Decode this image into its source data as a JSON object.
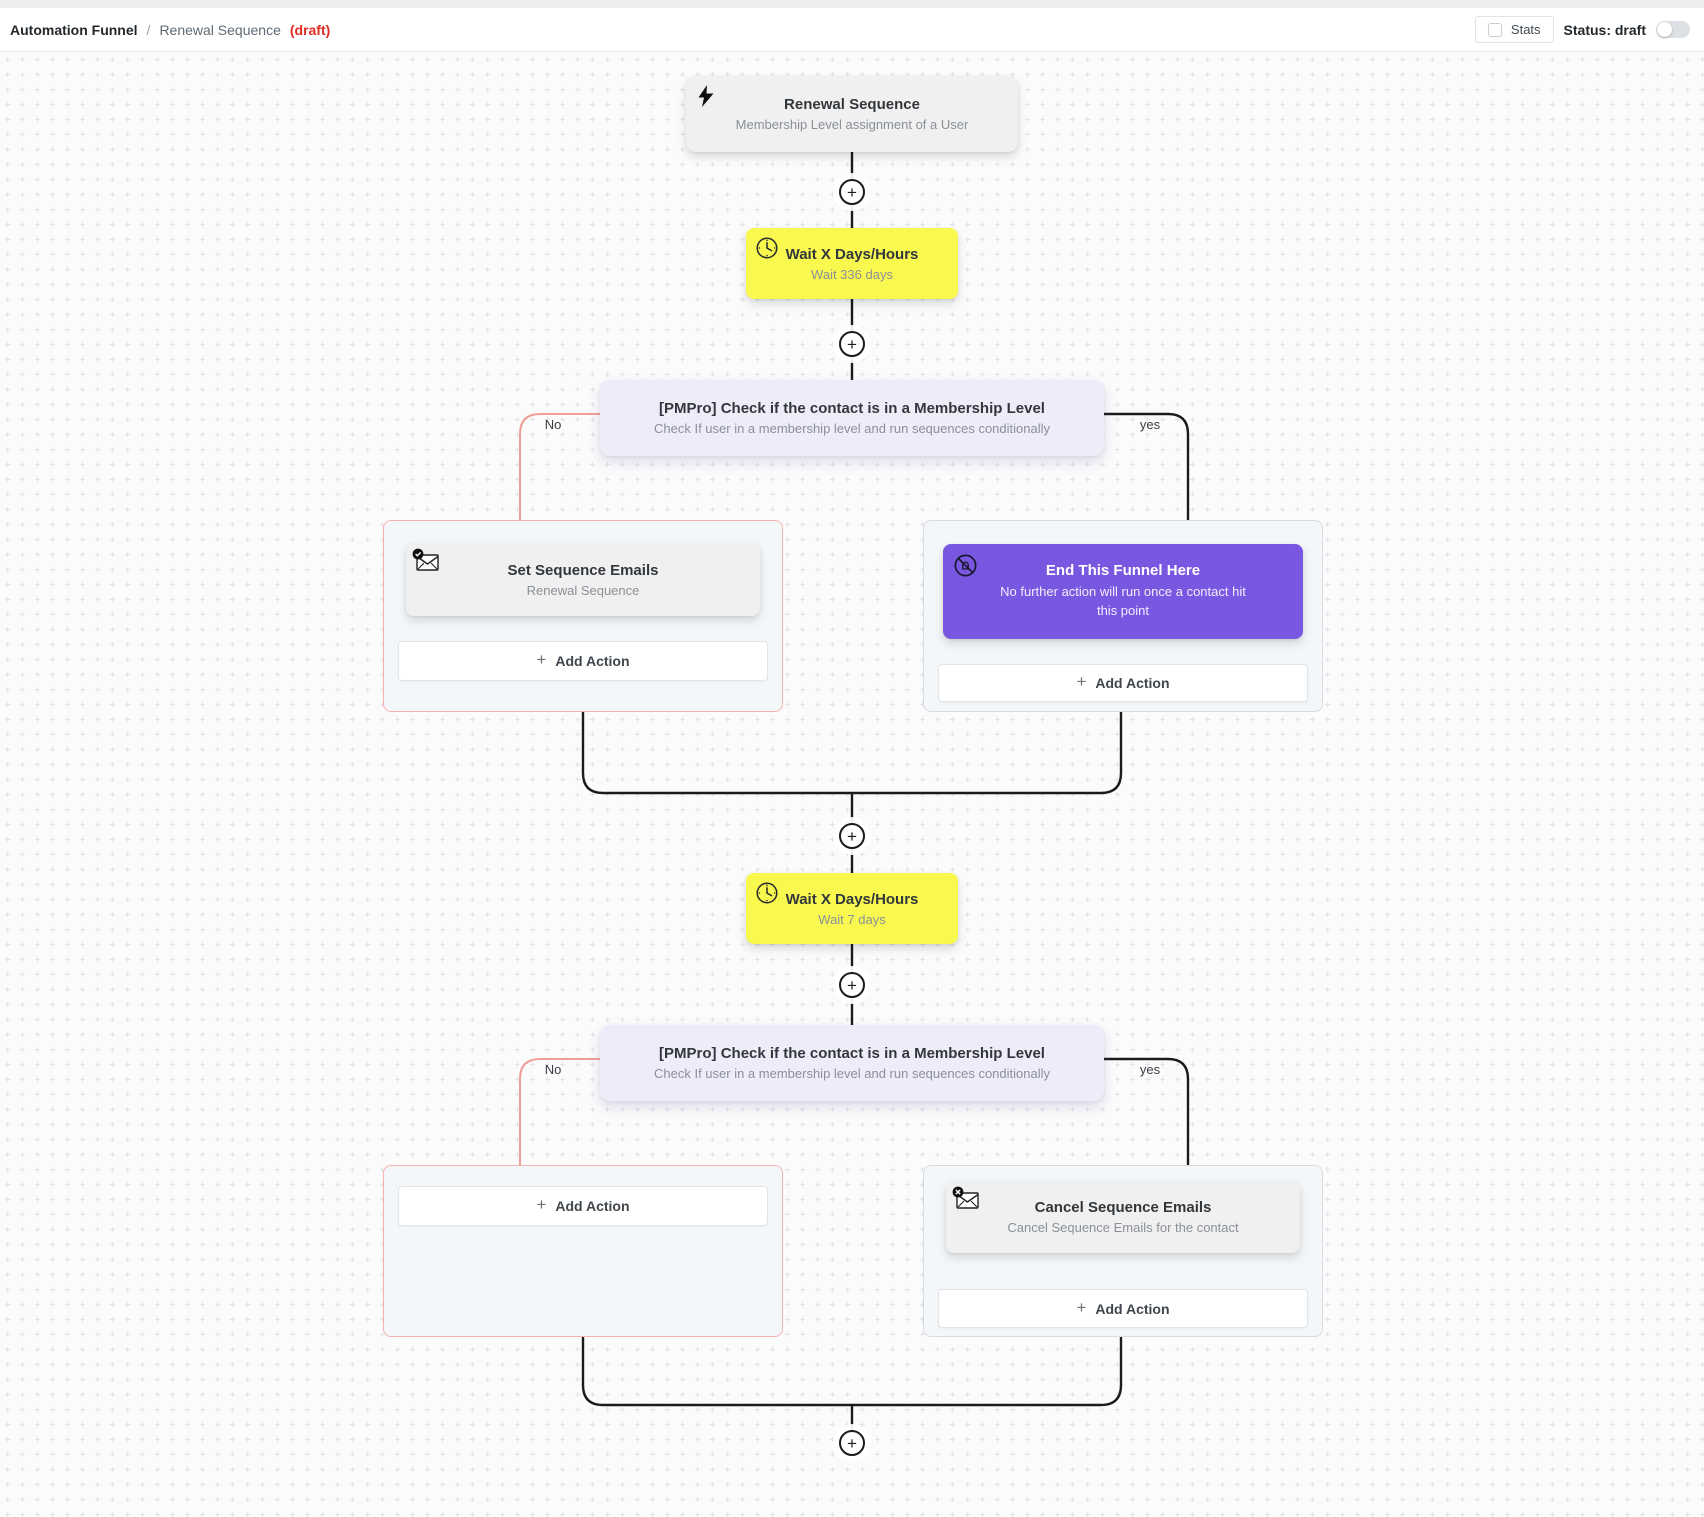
{
  "header": {
    "breadcrumb": {
      "root": "Automation Funnel",
      "separator": "/",
      "current": "Renewal Sequence",
      "draft_suffix": "(draft)"
    },
    "stats_label": "Stats",
    "status_label": "Status: draft"
  },
  "connector_plus": "+",
  "branch_labels": {
    "no": "No",
    "yes": "yes"
  },
  "add_action": {
    "plus": "+",
    "label": "Add Action"
  },
  "nodes": {
    "trigger": {
      "icon": "lightning-icon",
      "title": "Renewal Sequence",
      "subtitle": "Membership Level assignment of a User"
    },
    "wait1": {
      "icon": "clock-icon",
      "title": "Wait X Days/Hours",
      "subtitle": "Wait 336 days"
    },
    "condition1": {
      "title": "[PMPro] Check if the contact is in a Membership Level",
      "subtitle": "Check If user in a membership level and run sequences conditionally"
    },
    "set_sequence": {
      "icon": "email-check-icon",
      "title": "Set Sequence Emails",
      "subtitle": "Renewal Sequence"
    },
    "end_funnel": {
      "icon": "end-funnel-icon",
      "title": "End This Funnel Here",
      "subtitle": "No further action will run once a contact hit this point"
    },
    "wait2": {
      "icon": "clock-icon",
      "title": "Wait X Days/Hours",
      "subtitle": "Wait 7 days"
    },
    "condition2": {
      "title": "[PMPro] Check if the contact is in a Membership Level",
      "subtitle": "Check If user in a membership level and run sequences conditionally"
    },
    "cancel_sequence": {
      "icon": "email-x-icon",
      "title": "Cancel Sequence Emails",
      "subtitle": "Cancel Sequence Emails for the contact"
    }
  },
  "colors": {
    "accent_purple": "#7a57e0",
    "wait_yellow": "#f8f84e",
    "condition_lavender": "#efecfa",
    "branch_no_pink": "#f19d97",
    "line_black": "#1b1b1b",
    "draft_red": "#e02b20",
    "canvas_bg": "#fbfbfb"
  }
}
